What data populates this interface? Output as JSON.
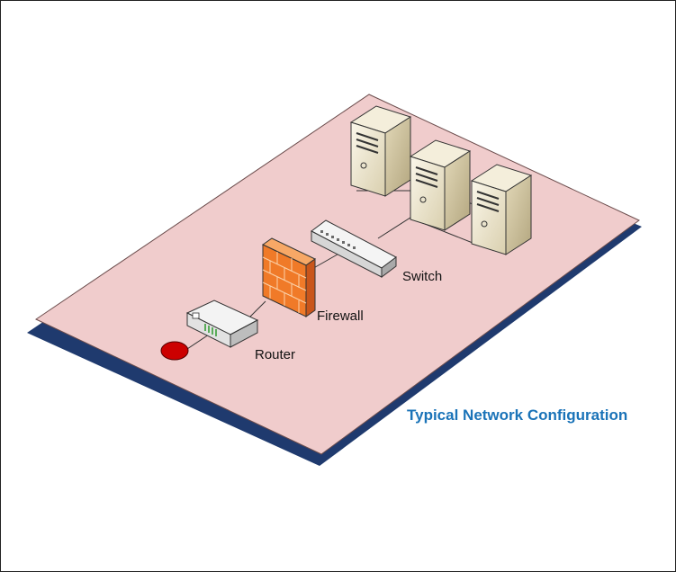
{
  "diagram": {
    "caption": "Typical Network Configuration",
    "nodes": {
      "router": {
        "label": "Router",
        "icon": "router-icon"
      },
      "firewall": {
        "label": "Firewall",
        "icon": "firewall-icon"
      },
      "switch": {
        "label": "Switch",
        "icon": "switch-icon"
      },
      "servers": {
        "count": 3,
        "icon": "server-icon"
      },
      "endpoint": {
        "icon": "connection-point-icon"
      }
    },
    "colors": {
      "platform_top": "#f0cccc",
      "platform_edge": "#1f3a6e",
      "caption": "#1a73b8",
      "firewall": "#f07a28",
      "endpoint": "#cc0000"
    }
  }
}
